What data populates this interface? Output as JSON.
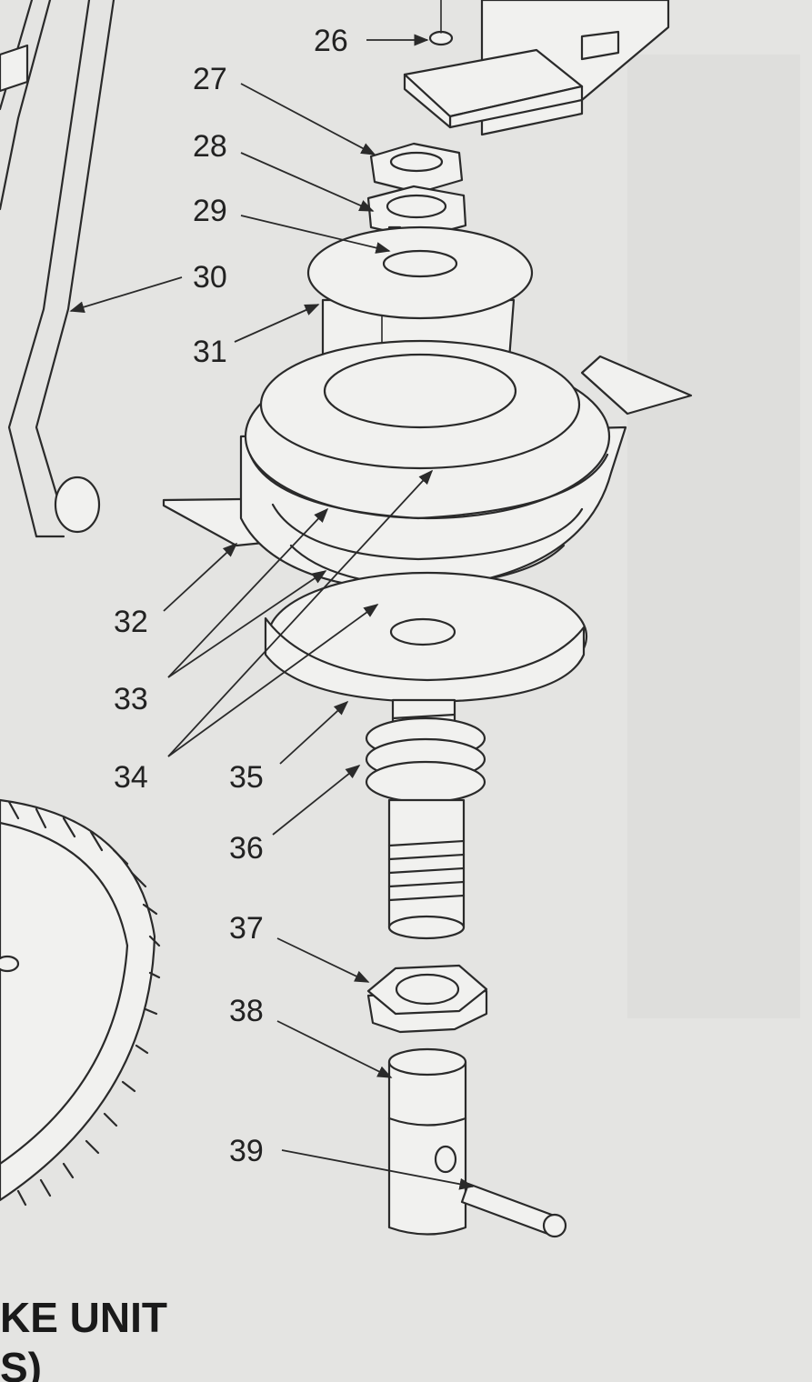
{
  "callouts": [
    {
      "id": "c26",
      "label": "26"
    },
    {
      "id": "c27",
      "label": "27"
    },
    {
      "id": "c28",
      "label": "28"
    },
    {
      "id": "c29",
      "label": "29"
    },
    {
      "id": "c30",
      "label": "30"
    },
    {
      "id": "c31",
      "label": "31"
    },
    {
      "id": "c32",
      "label": "32"
    },
    {
      "id": "c33",
      "label": "33"
    },
    {
      "id": "c34",
      "label": "34"
    },
    {
      "id": "c35",
      "label": "35"
    },
    {
      "id": "c36",
      "label": "36"
    },
    {
      "id": "c37",
      "label": "37"
    },
    {
      "id": "c38",
      "label": "38"
    },
    {
      "id": "c39",
      "label": "39"
    }
  ],
  "caption": {
    "line1": "KE UNIT",
    "line2": "S)"
  },
  "colors": {
    "paper": "#e4e4e2",
    "ink": "#2a2a2a",
    "part_fill": "#f1f1ef"
  }
}
